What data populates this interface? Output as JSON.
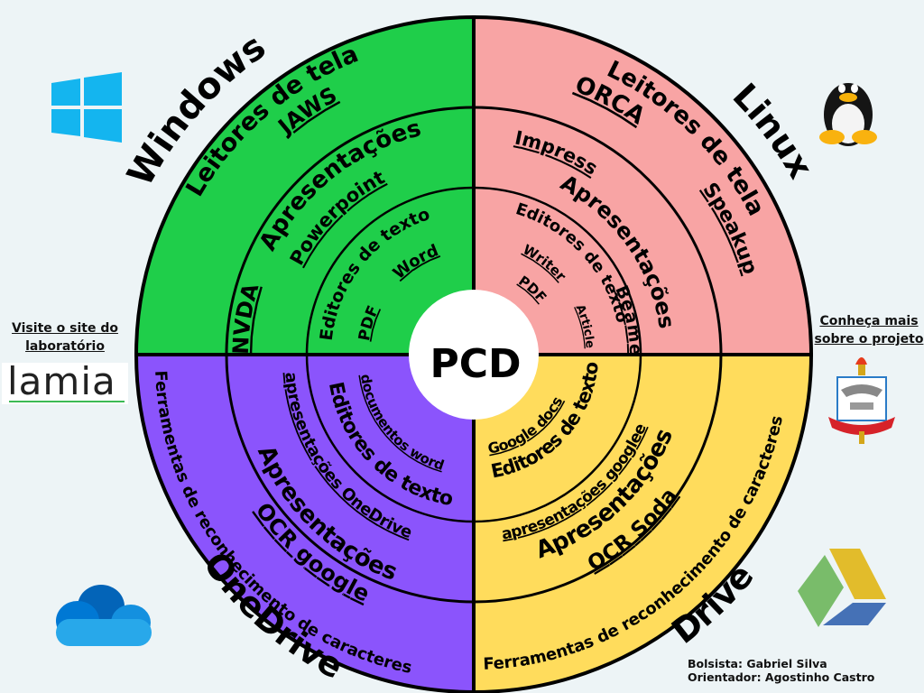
{
  "center": {
    "label": "PCD"
  },
  "colors": {
    "background": "#edf4f6",
    "windows": "#1fce4a",
    "linux": "#f8a4a4",
    "onedrive": "#8b54fc",
    "drive": "#ffdc5c",
    "center": "#ffffff",
    "stroke": "#000000"
  },
  "quadrants": {
    "windows": {
      "platform": "Windows",
      "icon": "windows-logo-icon",
      "outer_category": "Leitores de tela",
      "outer_items": [
        "NVDA",
        "JAWS"
      ],
      "middle_category": "Apresentações",
      "middle_items": [
        "Powerpoint"
      ],
      "inner_category": "Editores de texto",
      "inner_items": [
        "PDF",
        "Word"
      ]
    },
    "linux": {
      "platform": "Linux",
      "icon": "tux-penguin-icon",
      "outer_category": "Leitores de tela",
      "outer_items": [
        "ORCA",
        "Speakup"
      ],
      "middle_category": "Apresentações",
      "middle_items": [
        "Impress",
        "Beamer"
      ],
      "inner_category": "Editores de texto",
      "inner_items": [
        "Writer",
        "PDF",
        "Article"
      ]
    },
    "onedrive": {
      "platform": "OneDrive",
      "icon": "onedrive-cloud-icon",
      "outer_category": "Ferramentas de reconhecimento de caracteres",
      "outer_items": [
        "OCR google"
      ],
      "middle_category": "Apresentações",
      "middle_items": [
        "apresentações OneDrive"
      ],
      "inner_category": "Editores de texto",
      "inner_items": [
        "documentos word"
      ]
    },
    "drive": {
      "platform": "Drive",
      "icon": "google-drive-icon",
      "outer_category": "Ferramentas de reconhecimento de caracteres",
      "outer_items": [
        "OCR Soda"
      ],
      "middle_category": "Apresentações",
      "middle_items": [
        "apresentações googlee"
      ],
      "inner_category": "Editores de texto",
      "inner_items": [
        "Google docs"
      ]
    }
  },
  "links": {
    "lab": "Visite o site do laboratório",
    "lab_logo": "lamia",
    "project": "Conheça mais sobre o projeto",
    "project_logo": "ufpa-crest-icon"
  },
  "credits": {
    "scholar": "Bolsista: Gabriel Silva",
    "advisor": "Orientador: Agostinho Castro"
  }
}
